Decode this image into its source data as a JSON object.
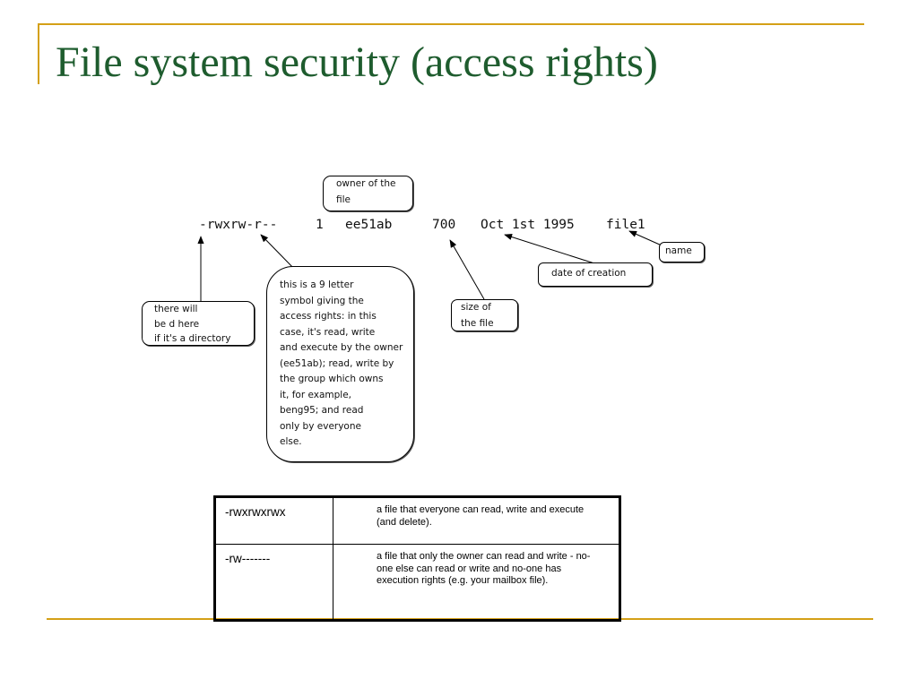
{
  "slide": {
    "title": "File system security (access rights)"
  },
  "listing": {
    "permissions": "-rwxrw-r--",
    "links": "1",
    "owner": "ee51ab",
    "size": "700",
    "date": "Oct 1st 1995",
    "filename": "file1"
  },
  "callouts": {
    "owner": "owner of the\nfile",
    "name": "name",
    "date": "date of creation",
    "size": "size of\nthe file",
    "directory": "there will\nbe d here\nif it's a directory",
    "access": "this is a 9 letter\nsymbol giving the\naccess rights: in this\ncase, it's read, write\nand execute by the owner\n(ee51ab); read, write by\nthe group which owns\nit, for example,\nbeng95; and read\nonly by everyone\nelse."
  },
  "table": {
    "rows": [
      {
        "code": "-rwxrwxrwx",
        "description": "a file that everyone can read, write and execute (and delete)."
      },
      {
        "code": "-rw-------",
        "description": "a file that only the owner can read and write - no-one else can read or write and no-one has execution rights (e.g. your mailbox file)."
      }
    ]
  },
  "colors": {
    "title": "#1e5c2e",
    "accent_rule": "#d4a017"
  }
}
